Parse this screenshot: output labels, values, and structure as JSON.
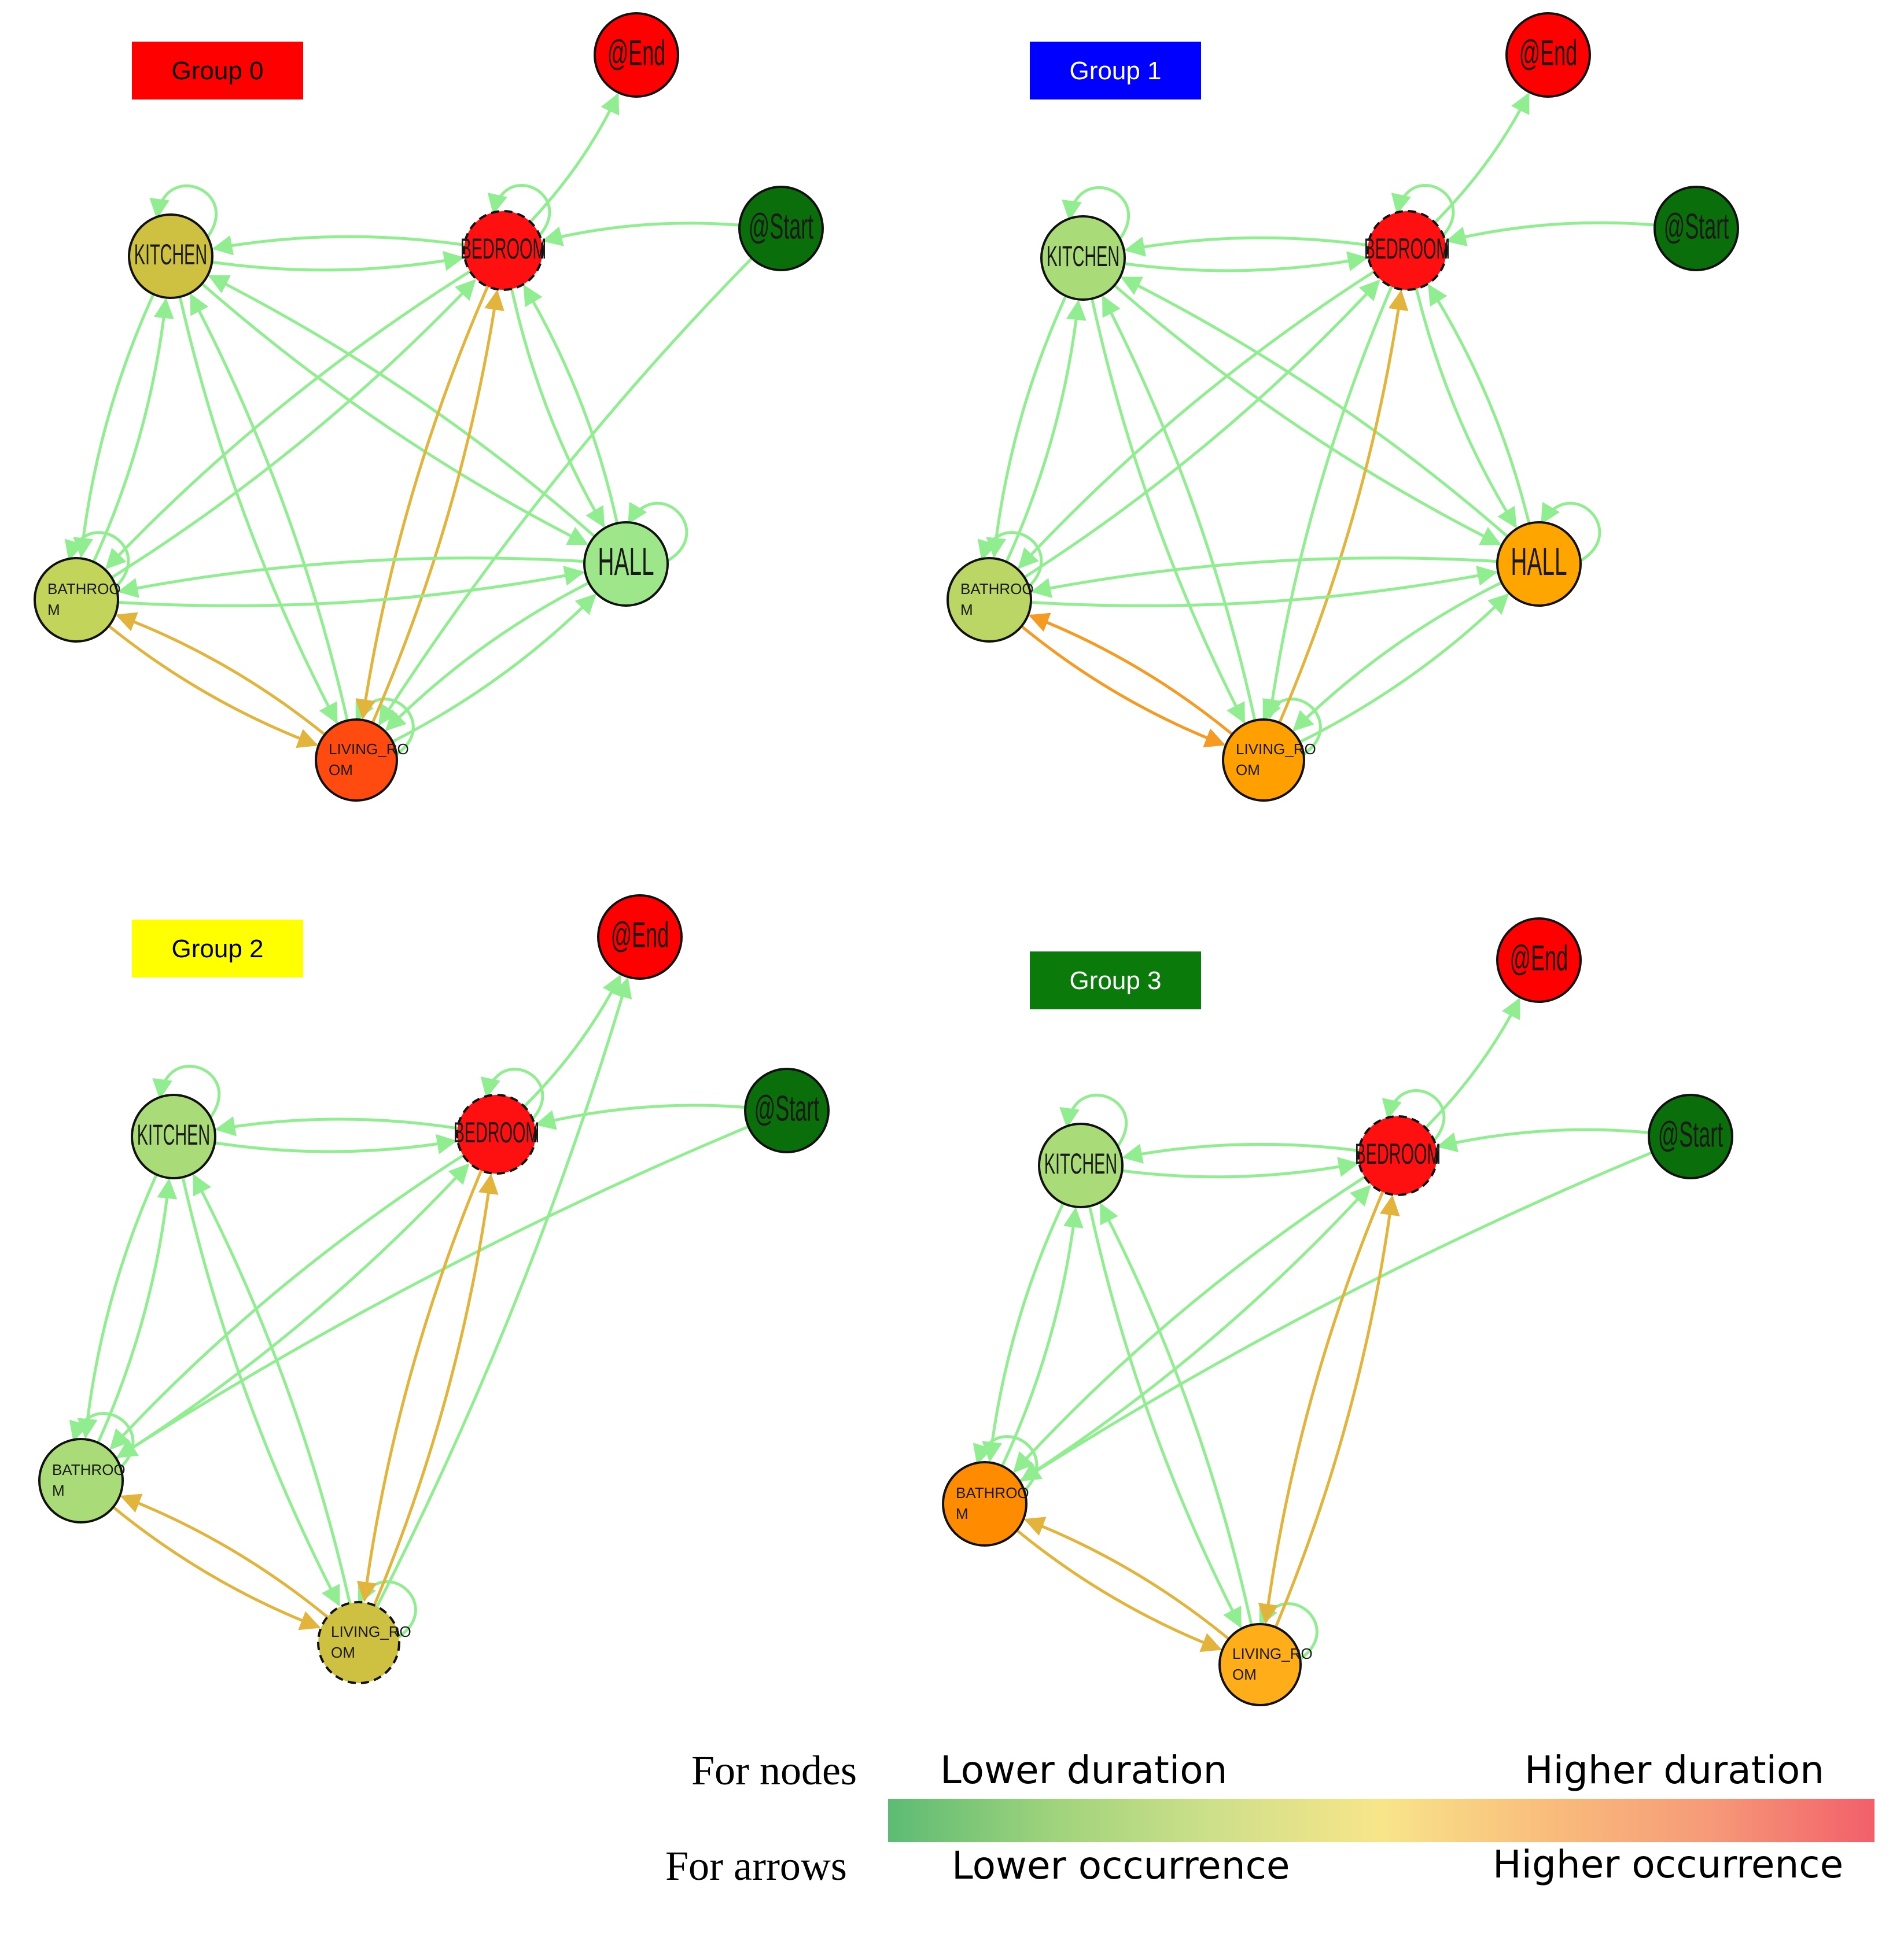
{
  "colors": {
    "edge_low": "#90ee90",
    "edge_mid": "#e2b43c",
    "edge_high": "#f59a23",
    "start_node": "#0a6e0a",
    "end_node": "#ff0000",
    "scale_stops": [
      "#5dbb74",
      "#9fd37c",
      "#cfe08a",
      "#f8e58a",
      "#f9bd7c",
      "#f69a78",
      "#f25f6a"
    ]
  },
  "legend": {
    "nodes_label": "For nodes",
    "arrows_label": "For arrows",
    "lower_duration": "Lower duration",
    "higher_duration": "Higher duration",
    "lower_occurrence": "Lower occurrence",
    "higher_occurrence": "Higher occurrence"
  },
  "groups": [
    {
      "label": "Group 0",
      "label_bg": "#ff0000",
      "label_fg": "#000000",
      "nodes": [
        {
          "id": "kitchen",
          "text": [
            "KITCHEN"
          ],
          "fill": "#cec040",
          "dashed": false
        },
        {
          "id": "bedroom",
          "text": [
            "BEDROOM"
          ],
          "fill": "#ff1010",
          "dashed": true
        },
        {
          "id": "end",
          "text": [
            "@End"
          ],
          "fill": "#ff0000",
          "dashed": false
        },
        {
          "id": "start",
          "text": [
            "@Start"
          ],
          "fill": "#0a6e0a",
          "dashed": false
        },
        {
          "id": "hall",
          "text": [
            "HALL"
          ],
          "fill": "#9de68a",
          "dashed": false
        },
        {
          "id": "bathroom",
          "text": [
            "BATHROO",
            "M"
          ],
          "fill": "#c3d45a",
          "dashed": false
        },
        {
          "id": "living",
          "text": [
            "LIVING_RO",
            "OM"
          ],
          "fill": "#ff4a10",
          "dashed": false
        }
      ],
      "edges": [
        [
          "kitchen",
          "kitchen",
          "low"
        ],
        [
          "bedroom",
          "bedroom",
          "low"
        ],
        [
          "hall",
          "hall",
          "low"
        ],
        [
          "bathroom",
          "bathroom",
          "low"
        ],
        [
          "living",
          "living",
          "low"
        ],
        [
          "bedroom",
          "end",
          "low"
        ],
        [
          "start",
          "bedroom",
          "low"
        ],
        [
          "start",
          "living",
          "low"
        ],
        [
          "bedroom",
          "kitchen",
          "low"
        ],
        [
          "kitchen",
          "bedroom",
          "low"
        ],
        [
          "kitchen",
          "bathroom",
          "low"
        ],
        [
          "bathroom",
          "kitchen",
          "low"
        ],
        [
          "kitchen",
          "living",
          "low"
        ],
        [
          "living",
          "kitchen",
          "low"
        ],
        [
          "kitchen",
          "hall",
          "low"
        ],
        [
          "hall",
          "kitchen",
          "low"
        ],
        [
          "bedroom",
          "bathroom",
          "low"
        ],
        [
          "bathroom",
          "bedroom",
          "low"
        ],
        [
          "bedroom",
          "hall",
          "low"
        ],
        [
          "hall",
          "bedroom",
          "low"
        ],
        [
          "bedroom",
          "living",
          "mid"
        ],
        [
          "living",
          "bedroom",
          "mid"
        ],
        [
          "bathroom",
          "hall",
          "low"
        ],
        [
          "hall",
          "bathroom",
          "low"
        ],
        [
          "bathroom",
          "living",
          "mid"
        ],
        [
          "living",
          "bathroom",
          "mid"
        ],
        [
          "hall",
          "living",
          "low"
        ],
        [
          "living",
          "hall",
          "low"
        ]
      ]
    },
    {
      "label": "Group 1",
      "label_bg": "#0000ff",
      "label_fg": "#ffffff",
      "nodes": [
        {
          "id": "kitchen",
          "text": [
            "KITCHEN"
          ],
          "fill": "#a9dc78",
          "dashed": false
        },
        {
          "id": "bedroom",
          "text": [
            "BEDROOM"
          ],
          "fill": "#ff1010",
          "dashed": true
        },
        {
          "id": "end",
          "text": [
            "@End"
          ],
          "fill": "#ff0000",
          "dashed": false
        },
        {
          "id": "start",
          "text": [
            "@Start"
          ],
          "fill": "#0a6e0a",
          "dashed": false
        },
        {
          "id": "hall",
          "text": [
            "HALL"
          ],
          "fill": "#ffa500",
          "dashed": false
        },
        {
          "id": "bathroom",
          "text": [
            "BATHROO",
            "M"
          ],
          "fill": "#bcd666",
          "dashed": false
        },
        {
          "id": "living",
          "text": [
            "LIVING_RO",
            "OM"
          ],
          "fill": "#ffa000",
          "dashed": false
        }
      ],
      "edges": [
        [
          "kitchen",
          "kitchen",
          "low"
        ],
        [
          "bedroom",
          "bedroom",
          "low"
        ],
        [
          "hall",
          "hall",
          "low"
        ],
        [
          "bathroom",
          "bathroom",
          "low"
        ],
        [
          "living",
          "living",
          "low"
        ],
        [
          "bedroom",
          "end",
          "low"
        ],
        [
          "start",
          "bedroom",
          "low"
        ],
        [
          "bedroom",
          "kitchen",
          "low"
        ],
        [
          "kitchen",
          "bedroom",
          "low"
        ],
        [
          "kitchen",
          "bathroom",
          "low"
        ],
        [
          "bathroom",
          "kitchen",
          "low"
        ],
        [
          "kitchen",
          "living",
          "low"
        ],
        [
          "living",
          "kitchen",
          "low"
        ],
        [
          "kitchen",
          "hall",
          "low"
        ],
        [
          "hall",
          "kitchen",
          "low"
        ],
        [
          "bedroom",
          "bathroom",
          "low"
        ],
        [
          "bathroom",
          "bedroom",
          "low"
        ],
        [
          "bedroom",
          "hall",
          "low"
        ],
        [
          "hall",
          "bedroom",
          "low"
        ],
        [
          "bedroom",
          "living",
          "low"
        ],
        [
          "living",
          "bedroom",
          "mid"
        ],
        [
          "bathroom",
          "hall",
          "low"
        ],
        [
          "hall",
          "bathroom",
          "low"
        ],
        [
          "bathroom",
          "living",
          "high"
        ],
        [
          "living",
          "bathroom",
          "high"
        ],
        [
          "hall",
          "living",
          "low"
        ],
        [
          "living",
          "hall",
          "low"
        ]
      ]
    },
    {
      "label": "Group 2",
      "label_bg": "#ffff00",
      "label_fg": "#000000",
      "nodes": [
        {
          "id": "kitchen",
          "text": [
            "KITCHEN"
          ],
          "fill": "#a9dc78",
          "dashed": false
        },
        {
          "id": "bedroom",
          "text": [
            "BEDROOM"
          ],
          "fill": "#ff1010",
          "dashed": true
        },
        {
          "id": "end",
          "text": [
            "@End"
          ],
          "fill": "#ff0000",
          "dashed": false
        },
        {
          "id": "start",
          "text": [
            "@Start"
          ],
          "fill": "#0a6e0a",
          "dashed": false
        },
        {
          "id": "bathroom",
          "text": [
            "BATHROO",
            "M"
          ],
          "fill": "#a9dc78",
          "dashed": false
        },
        {
          "id": "living",
          "text": [
            "LIVING_RO",
            "OM"
          ],
          "fill": "#cec040",
          "dashed": true
        }
      ],
      "edges": [
        [
          "kitchen",
          "kitchen",
          "low"
        ],
        [
          "bedroom",
          "bedroom",
          "low"
        ],
        [
          "bathroom",
          "bathroom",
          "low"
        ],
        [
          "living",
          "living",
          "low"
        ],
        [
          "bedroom",
          "end",
          "low"
        ],
        [
          "living",
          "end",
          "low"
        ],
        [
          "start",
          "bedroom",
          "low"
        ],
        [
          "start",
          "bathroom",
          "low"
        ],
        [
          "bedroom",
          "kitchen",
          "low"
        ],
        [
          "kitchen",
          "bedroom",
          "low"
        ],
        [
          "kitchen",
          "bathroom",
          "low"
        ],
        [
          "bathroom",
          "kitchen",
          "low"
        ],
        [
          "kitchen",
          "living",
          "low"
        ],
        [
          "living",
          "kitchen",
          "low"
        ],
        [
          "bedroom",
          "bathroom",
          "low"
        ],
        [
          "bathroom",
          "bedroom",
          "low"
        ],
        [
          "bedroom",
          "living",
          "mid"
        ],
        [
          "living",
          "bedroom",
          "mid"
        ],
        [
          "bathroom",
          "living",
          "mid"
        ],
        [
          "living",
          "bathroom",
          "mid"
        ]
      ]
    },
    {
      "label": "Group 3",
      "label_bg": "#0a7a0a",
      "label_fg": "#ffffff",
      "nodes": [
        {
          "id": "kitchen",
          "text": [
            "KITCHEN"
          ],
          "fill": "#a9dc78",
          "dashed": false
        },
        {
          "id": "bedroom",
          "text": [
            "BEDROOM"
          ],
          "fill": "#ff1010",
          "dashed": true
        },
        {
          "id": "end",
          "text": [
            "@End"
          ],
          "fill": "#ff0000",
          "dashed": false
        },
        {
          "id": "start",
          "text": [
            "@Start"
          ],
          "fill": "#0a6e0a",
          "dashed": false
        },
        {
          "id": "bathroom",
          "text": [
            "BATHROO",
            "M"
          ],
          "fill": "#ff8c00",
          "dashed": false
        },
        {
          "id": "living",
          "text": [
            "LIVING_RO",
            "OM"
          ],
          "fill": "#ffae1a",
          "dashed": false
        }
      ],
      "edges": [
        [
          "kitchen",
          "kitchen",
          "low"
        ],
        [
          "bedroom",
          "bedroom",
          "low"
        ],
        [
          "bathroom",
          "bathroom",
          "low"
        ],
        [
          "living",
          "living",
          "low"
        ],
        [
          "bedroom",
          "end",
          "low"
        ],
        [
          "start",
          "bedroom",
          "low"
        ],
        [
          "start",
          "bathroom",
          "low"
        ],
        [
          "bedroom",
          "kitchen",
          "low"
        ],
        [
          "kitchen",
          "bedroom",
          "low"
        ],
        [
          "kitchen",
          "bathroom",
          "low"
        ],
        [
          "bathroom",
          "kitchen",
          "low"
        ],
        [
          "kitchen",
          "living",
          "low"
        ],
        [
          "living",
          "kitchen",
          "low"
        ],
        [
          "bedroom",
          "bathroom",
          "low"
        ],
        [
          "bathroom",
          "bedroom",
          "low"
        ],
        [
          "bedroom",
          "living",
          "mid"
        ],
        [
          "living",
          "bedroom",
          "mid"
        ],
        [
          "bathroom",
          "living",
          "mid"
        ],
        [
          "living",
          "bathroom",
          "mid"
        ]
      ]
    }
  ]
}
